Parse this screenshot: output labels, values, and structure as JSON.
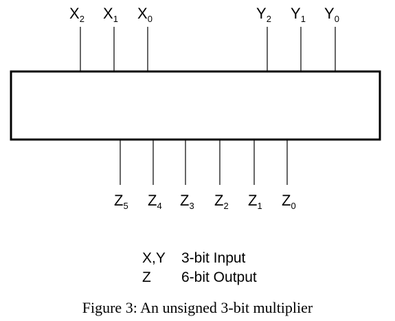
{
  "diagram": {
    "block": {
      "inputs_x": [
        {
          "base": "X",
          "sub": "2"
        },
        {
          "base": "X",
          "sub": "1"
        },
        {
          "base": "X",
          "sub": "0"
        }
      ],
      "inputs_y": [
        {
          "base": "Y",
          "sub": "2"
        },
        {
          "base": "Y",
          "sub": "1"
        },
        {
          "base": "Y",
          "sub": "0"
        }
      ],
      "outputs_z": [
        {
          "base": "Z",
          "sub": "5"
        },
        {
          "base": "Z",
          "sub": "4"
        },
        {
          "base": "Z",
          "sub": "3"
        },
        {
          "base": "Z",
          "sub": "2"
        },
        {
          "base": "Z",
          "sub": "1"
        },
        {
          "base": "Z",
          "sub": "0"
        }
      ]
    },
    "legend": [
      {
        "symbol": "X,Y",
        "description": "3-bit Input"
      },
      {
        "symbol": "Z",
        "description": "6-bit Output"
      }
    ],
    "caption": "Figure 3: An unsigned 3-bit multiplier",
    "colors": {
      "stroke": "#000000",
      "background": "#ffffff"
    }
  }
}
